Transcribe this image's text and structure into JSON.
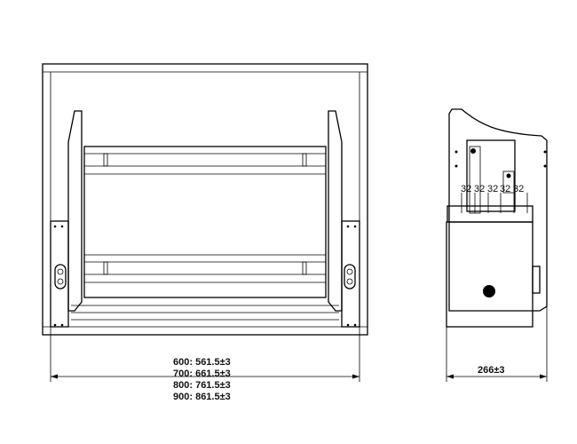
{
  "front_view": {
    "width_dimensions": [
      "600: 561.5±3",
      "700: 661.5±3",
      "800: 761.5±3",
      "900: 861.5±3"
    ]
  },
  "side_view": {
    "depth_dimension": "266±3",
    "hole_spacing_labels": [
      "32",
      "32",
      "32",
      "32",
      "32"
    ]
  }
}
